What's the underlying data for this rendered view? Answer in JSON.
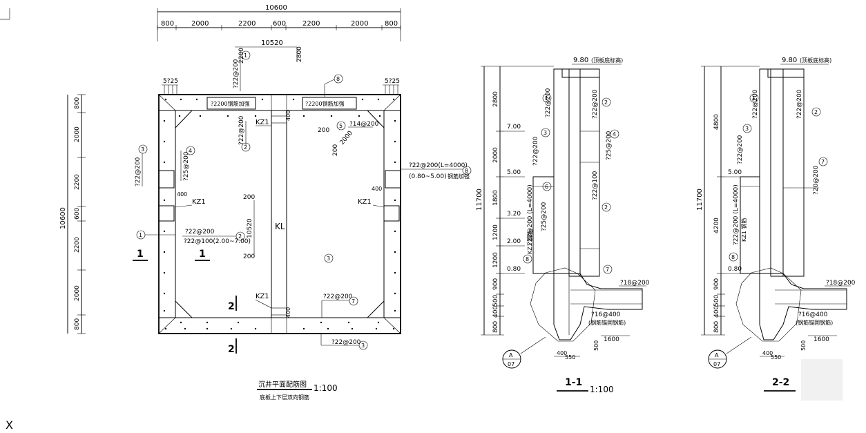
{
  "plan": {
    "dim_total_top": "10600",
    "dims_top": [
      "800",
      "2000",
      "2200",
      "600",
      "2200",
      "2000",
      "800"
    ],
    "dim_inner": "10520",
    "dim_right_small": "2800",
    "dims_left": [
      "800",
      "2000",
      "2200",
      "600",
      "2200",
      "2000",
      "800"
    ],
    "dim_total_left": "10600",
    "corner_left": "5?25",
    "corner_right": "5?25",
    "beam_left": "?2200钢筋加强",
    "beam_right": "?2200钢筋加强",
    "rebar_top": "?22@200",
    "rebar_top_num": "2200",
    "kz_labels": [
      "KZ1",
      "KZ1",
      "KZ1",
      "KZ1"
    ],
    "rebar_left_a": "?22@200",
    "rebar_left_b": "?25@200",
    "rebar_mid_a": "?22@200",
    "rebar_mid_b": "?22@100(2.00~7.00)",
    "rebar_top_mid": "?22@200",
    "rebar_14": "?14@200",
    "val_200a": "200",
    "val_200b": "200",
    "val_200c": "2000",
    "val_200d": "200",
    "val_200e": "200",
    "val_400a": "400",
    "val_400b": "400",
    "val_400c": "400",
    "val_400d": "400",
    "dim_10520_v": "10520",
    "kl": "KL",
    "rebar_right_a": "?22@200(L=4000)",
    "rebar_right_b": "(0.80~5.00)",
    "rebar_right_c": "钢筋加强",
    "rebar_bottom_inner": "?22@200",
    "rebar_bottom": "?22@200",
    "section_1": "1",
    "section_2": "2",
    "title": "沉井平面配筋图",
    "scale": "1:100",
    "subtitle": "底板上下层双向钢筋"
  },
  "sec1": {
    "top_level": "9.80",
    "top_note": "(顶板底标高)",
    "levels": [
      "7.00",
      "5.00",
      "3.20",
      "2.00",
      "0.80"
    ],
    "dims": [
      "2800",
      "2000",
      "1800",
      "1200",
      "1200",
      "900",
      "500",
      "400",
      "800"
    ],
    "total": "11700",
    "rebar_a": "?22@200",
    "rebar_b": "?22@200",
    "rebar_c": "?22@200",
    "rebar_d": "?25@200",
    "rebar_e": "?22@100",
    "rebar_f": "?25@200",
    "rebar_g": "?22@200 (L=4000)",
    "rebar_h": "KZ1 钢筋",
    "rebar_18": "?18@200",
    "rebar_16": "?16@400",
    "rebar_note": "(钢筋锚固钢筋)",
    "dim_1600": "1600",
    "dim_500": "500",
    "dim_400": "400",
    "dim_550": "550",
    "detail_top": "A",
    "detail_bottom": "07",
    "name": "1-1",
    "scale": "1:100"
  },
  "sec2": {
    "top_level": "9.80",
    "top_note": "(顶板底标高)",
    "levels": [
      "5.00",
      "0.80"
    ],
    "dims": [
      "4800",
      "4200",
      "900",
      "500",
      "400",
      "800"
    ],
    "total": "11700",
    "rebar_a": "?22@200",
    "rebar_b": "?22@200",
    "rebar_c": "?22@200",
    "rebar_d": "?20@200",
    "rebar_g": "?22@200 (L=4000)",
    "rebar_h": "KZ1 钢筋",
    "rebar_18": "?18@200",
    "rebar_16": "?16@400",
    "rebar_note": "(钢筋锚固钢筋)",
    "dim_1600": "1600",
    "dim_500": "500",
    "dim_400": "400",
    "dim_550": "550",
    "detail_top": "A",
    "detail_bottom": "07",
    "name": "2-2"
  },
  "cursor_mark": "X"
}
